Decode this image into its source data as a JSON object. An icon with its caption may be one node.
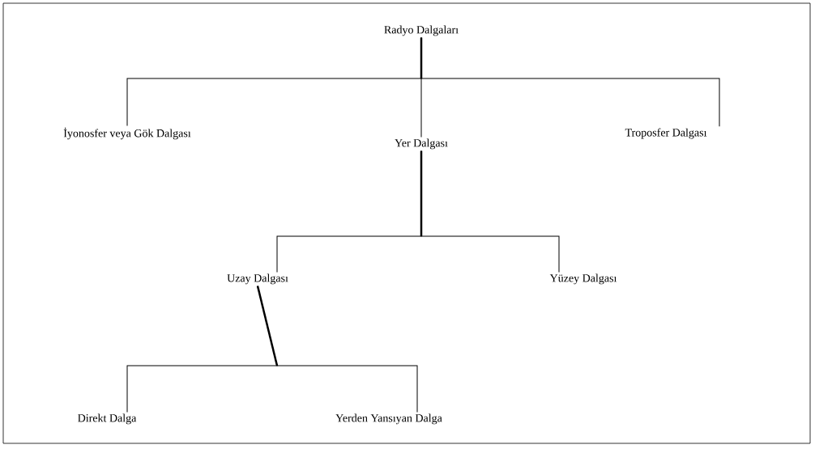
{
  "diagram": {
    "nodes": [
      {
        "text": [
          "Radyo Dalgaları"
        ]
      },
      {
        "text": [
          "İyonosfer veya Gök Dalgası"
        ]
      },
      {
        "text": [
          "Yer Dalgası"
        ]
      },
      {
        "text": [
          "Troposfer Dalgası"
        ]
      },
      {
        "text": [
          "Uzay Dalgası"
        ]
      },
      {
        "text": [
          "Yüzey Dalgası"
        ]
      },
      {
        "text": [
          "Direkt Dalga"
        ]
      },
      {
        "text": [
          "Yerden Yansıyan Dalga"
        ]
      }
    ],
    "edges": [
      {
        "from": 0,
        "to": 1,
        "arrow": "none"
      },
      {
        "from": 0,
        "to": 2,
        "arrow": "none"
      },
      {
        "from": 0,
        "to": 3,
        "arrow": "none"
      },
      {
        "from": 2,
        "to": 4,
        "arrow": "none"
      },
      {
        "from": 2,
        "to": 5,
        "arrow": "none"
      },
      {
        "from": 4,
        "to": 6,
        "arrow": "none"
      },
      {
        "from": 4,
        "to": 7,
        "arrow": "none"
      }
    ]
  }
}
